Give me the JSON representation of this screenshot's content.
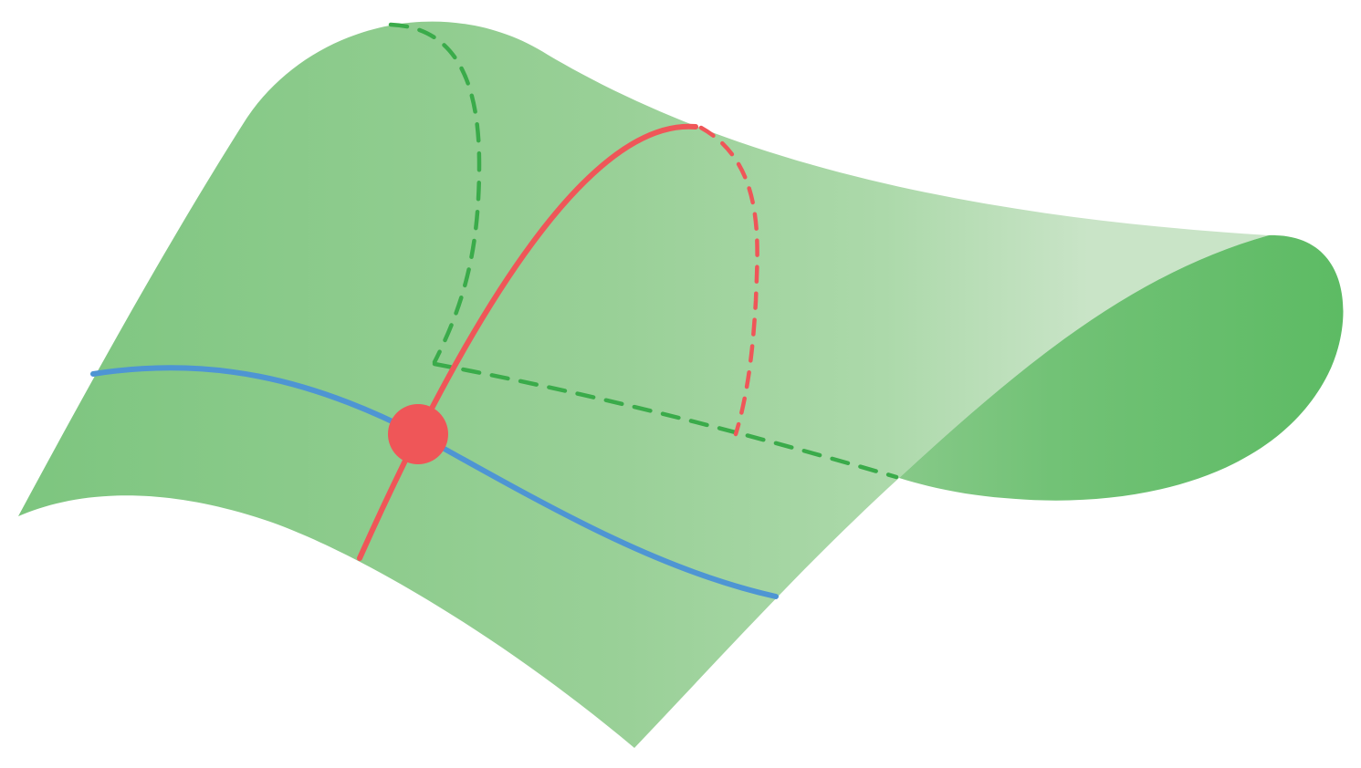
{
  "diagram": {
    "subject": "saddle-surface",
    "colors": {
      "background": "#ffffff",
      "surface_main": "#8ecd8e",
      "surface_light": "#c8e4c6",
      "surface_dark": "#5dbd65",
      "guide_dashed": "#3aab4a",
      "curve_red": "#ef5658",
      "curve_blue": "#4e95d3",
      "point_red": "#ef5658"
    },
    "elements": [
      {
        "name": "saddle-surface",
        "kind": "surface"
      },
      {
        "name": "surface-back-fold",
        "kind": "surface"
      },
      {
        "name": "green-dashed-arch",
        "kind": "guide",
        "style": "dashed"
      },
      {
        "name": "green-dashed-baseline",
        "kind": "guide",
        "style": "dashed"
      },
      {
        "name": "red-curve-solid",
        "kind": "curve",
        "style": "solid"
      },
      {
        "name": "red-curve-dashed",
        "kind": "curve",
        "style": "dashed"
      },
      {
        "name": "blue-curve",
        "kind": "curve",
        "style": "solid"
      },
      {
        "name": "saddle-point",
        "kind": "point"
      }
    ]
  }
}
